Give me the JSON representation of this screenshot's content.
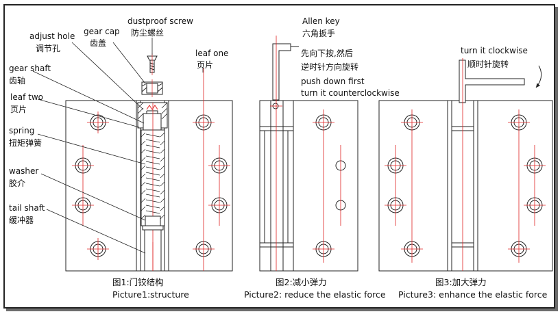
{
  "labels": {
    "dustproof_screw_en": "dustproof screw",
    "dustproof_screw_cn": "防尘螺丝",
    "gear_cap_en": "gear cap",
    "gear_cap_cn": "齿盖",
    "adjust_hole_en": "adjust hole",
    "adjust_hole_cn": "调节孔",
    "gear_shaft_en": "gear shaft",
    "gear_shaft_cn": "齿轴",
    "leaf_two_en": "leaf two",
    "leaf_two_cn": "页片",
    "spring_en": "spring",
    "spring_cn": "扭矩弹簧",
    "washer_en": "washer",
    "washer_cn": "胶介",
    "tail_shaft_en": "tail shaft",
    "tail_shaft_cn": "缓冲器",
    "leaf_one_en": "leaf one",
    "leaf_one_cn": "页片",
    "allen_key_en": "Allen key",
    "allen_key_cn": "六角扳手",
    "step1_cn": "先向下按,然后",
    "step2_cn": "逆时针方向旋转",
    "step_en_1": "push down first",
    "step_en_2": "turn it counterclockwise",
    "turn_cw_en": "turn it clockwise",
    "turn_cw_cn": "顺时针旋转"
  },
  "captions": {
    "pic1_cn": "图1:门铰结构",
    "pic1_en": "Picture1:structure",
    "pic2_cn": "图2:减小弹力",
    "pic2_en": "Picture2: reduce the elastic force",
    "pic3_cn": "图3:加大弹力",
    "pic3_en": "Picture3: enhance the elastic force"
  },
  "colors": {
    "line": "#222222",
    "center_line": "#e02020",
    "frame_shadow": "#6e6e6e"
  }
}
